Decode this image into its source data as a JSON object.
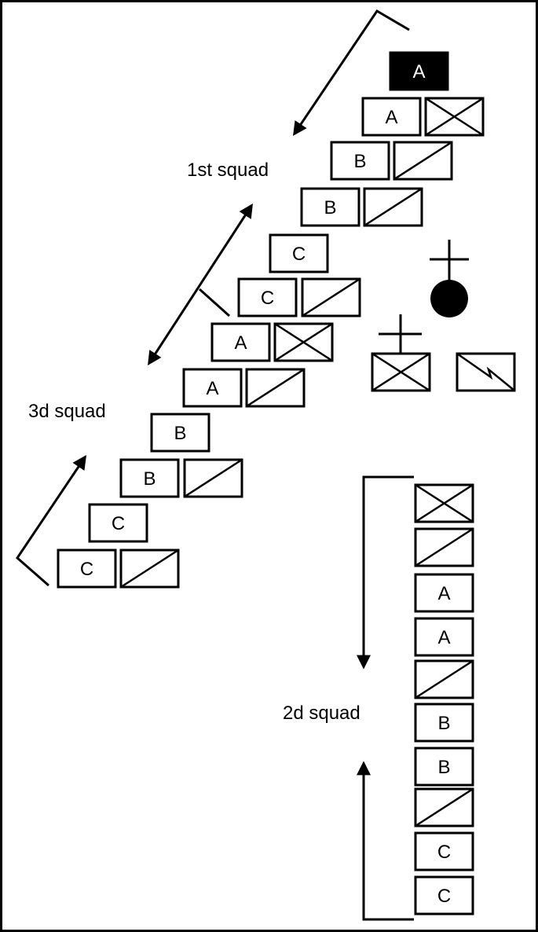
{
  "labels": {
    "squad_1": "1st squad",
    "squad_2": "2d squad",
    "squad_3": "3d squad"
  },
  "leader_box": "A",
  "boxes": {
    "r1": "A",
    "r2": "B",
    "r3": "B",
    "r4": "C",
    "r5": "C",
    "r6": "A",
    "r7": "A",
    "r8": "B",
    "r9": "B",
    "r10": "C",
    "r11": "C",
    "c3": "A",
    "c4": "A",
    "c6": "B",
    "c7": "B",
    "c9": "C",
    "c10": "C"
  },
  "colors": {
    "ink": "#000000",
    "background": "#ffffff"
  }
}
